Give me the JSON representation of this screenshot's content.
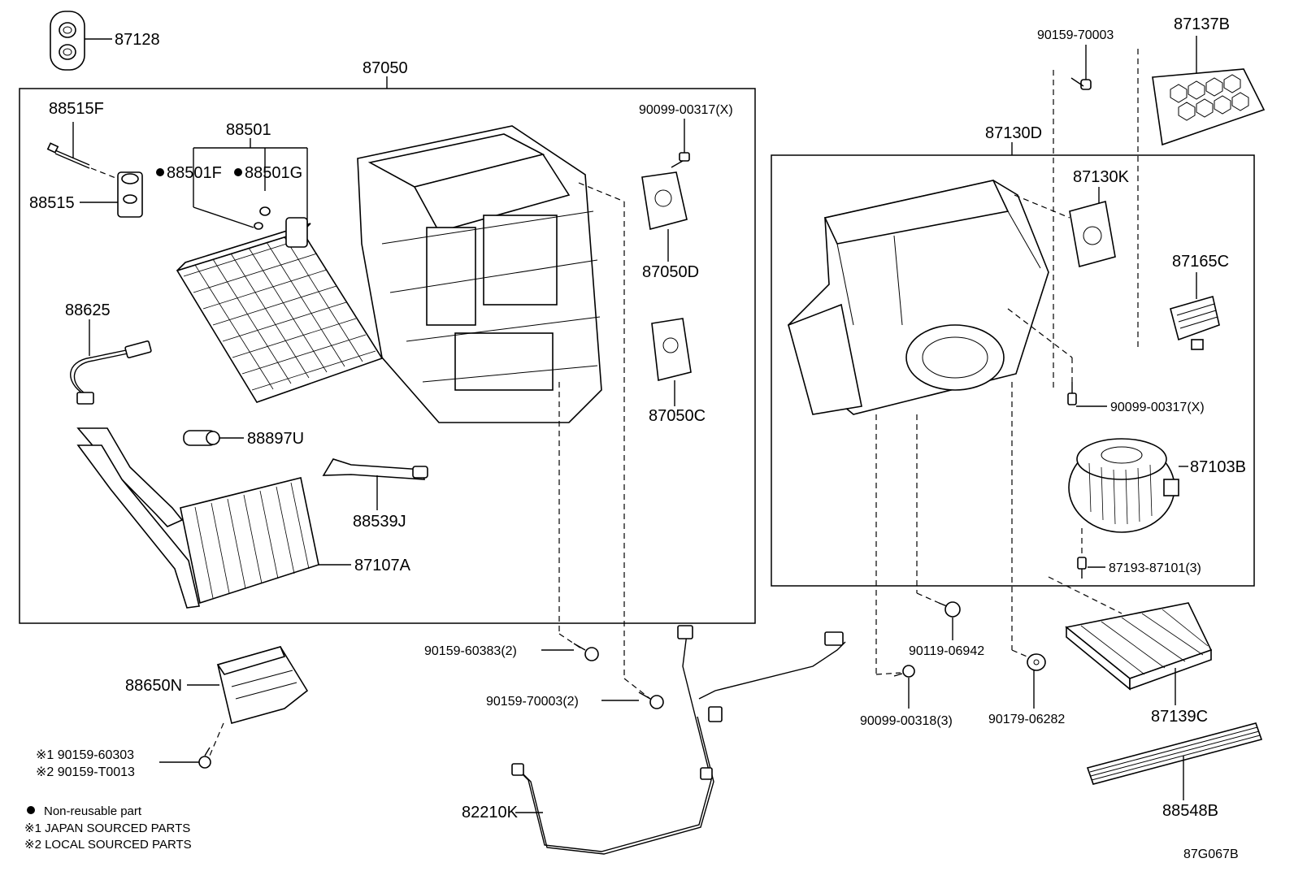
{
  "labels": {
    "p87128": "87128",
    "p87050": "87050",
    "p88515F": "88515F",
    "p88501": "88501",
    "p88501F": "88501F",
    "p88501G": "88501G",
    "p88515": "88515",
    "p88625": "88625",
    "p88897U": "88897U",
    "p88539J": "88539J",
    "p87107A": "87107A",
    "p90099_00317_top": "90099-00317(X)",
    "p87050D": "87050D",
    "p87050C": "87050C",
    "p90159_70003_top": "90159-70003",
    "p87137B": "87137B",
    "p87130D": "87130D",
    "p87130K": "87130K",
    "p87165C": "87165C",
    "p90099_00317_right": "90099-00317(X)",
    "p87103B": "87103B",
    "p87193": "87193-87101(3)",
    "p90159_60383": "90159-60383(2)",
    "p90159_70003_2": "90159-70003(2)",
    "p88650N": "88650N",
    "p90159_60303": "※1 90159-60303",
    "p90159_T0013": "※2 90159-T0013",
    "p82210K": "82210K",
    "p90119_06942": "90119-06942",
    "p90099_00318": "90099-00318(3)",
    "p90179_06282": "90179-06282",
    "p87139C": "87139C",
    "p88548B": "88548B"
  },
  "legend": {
    "nonreusable": "Non-reusable part",
    "japan": "※1 JAPAN SOURCED PARTS",
    "local": "※2 LOCAL SOURCED PARTS"
  },
  "diagram_code": "87G067B"
}
